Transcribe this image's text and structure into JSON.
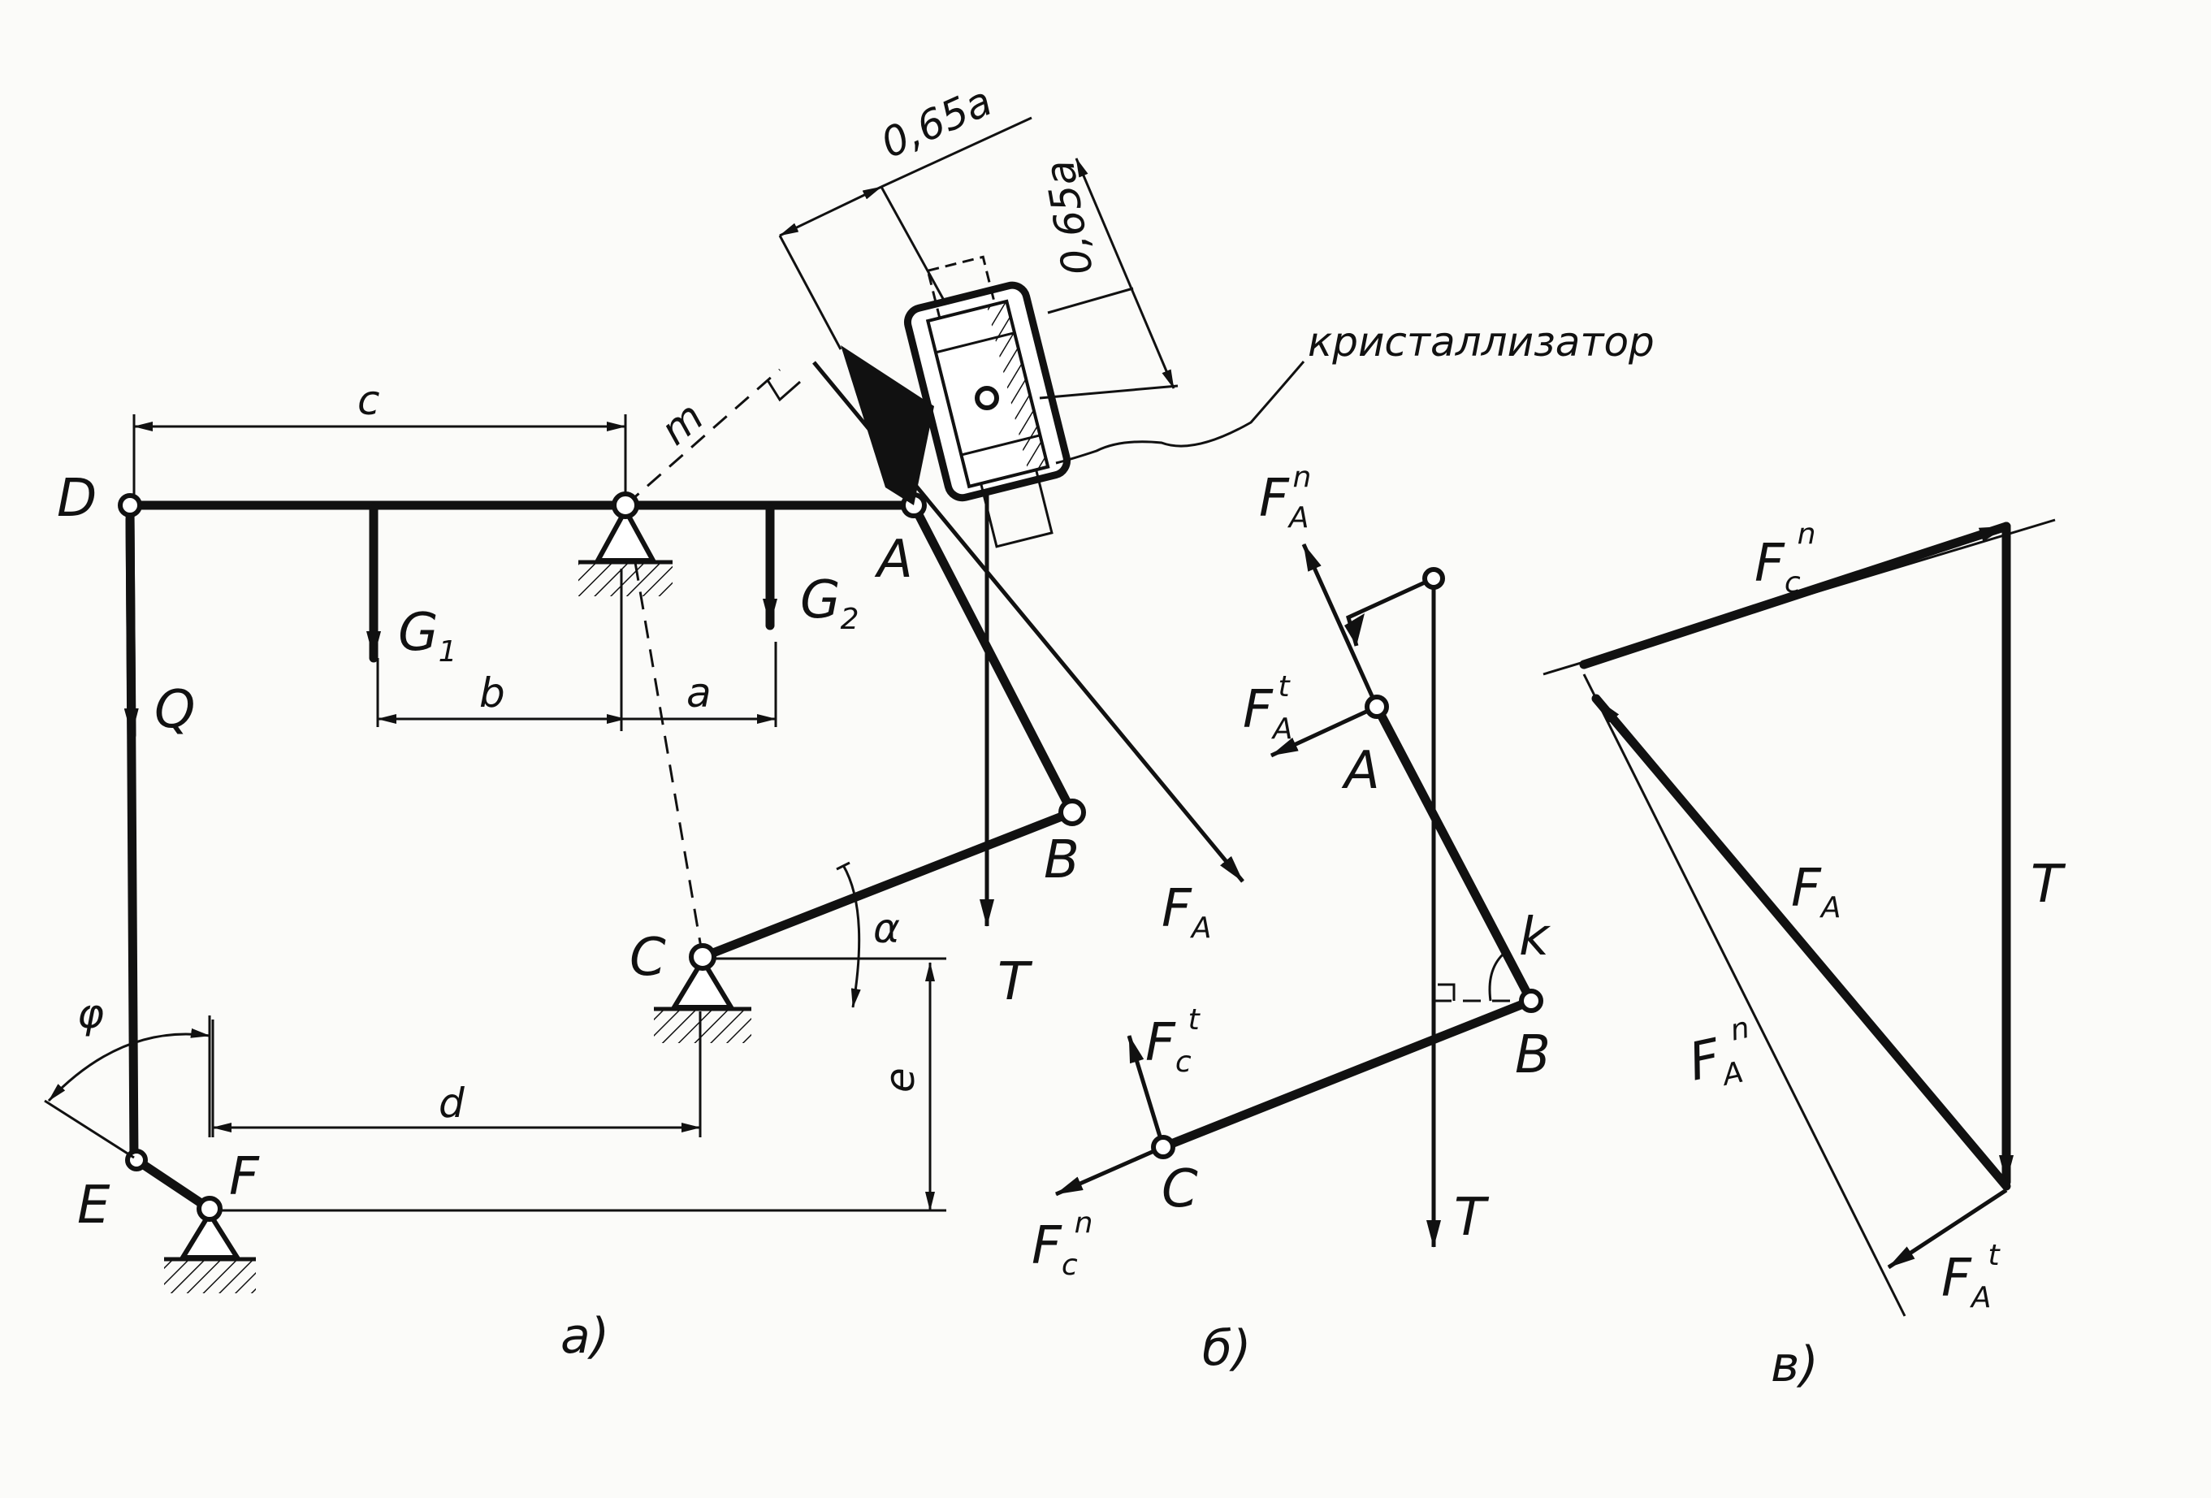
{
  "figure": {
    "panel_a": {
      "caption": "а)",
      "points": {
        "D": "D",
        "A": "A",
        "B": "B",
        "C": "C",
        "E": "E",
        "F": "F"
      },
      "forces": {
        "G1": "G",
        "G1_sub": "1",
        "G2": "G",
        "G2_sub": "2",
        "Q": "Q",
        "T": "T",
        "FA": "F",
        "FA_sub": "A"
      },
      "dimensions": {
        "c": "c",
        "b": "b",
        "a": "a",
        "d": "d",
        "e": "e",
        "m": "m",
        "phi": "φ",
        "alpha": "α",
        "top1": "0,65a",
        "top2": "0,65a"
      },
      "callout": "кристаллизатор"
    },
    "panel_b": {
      "caption": "б)",
      "points": {
        "A": "A",
        "B": "B",
        "C": "C",
        "k": "k"
      },
      "forces": {
        "FAn": "F",
        "FAn_sub": "A",
        "FAn_sup": "n",
        "FAt": "F",
        "FAt_sub": "A",
        "FAt_sup": "t",
        "FCt": "F",
        "FCt_sub": "c",
        "FCt_sup": "t",
        "FCn": "F",
        "FCn_sub": "c",
        "FCn_sup": "n",
        "T": "T"
      }
    },
    "panel_v": {
      "caption": "в)",
      "forces": {
        "FCn": "F",
        "FCn_sub": "c",
        "FCn_sup": "n",
        "T": "T",
        "FA": "F",
        "FA_sub": "A",
        "FAn": "F",
        "FAn_sub": "A",
        "FAn_sup": "n",
        "FAt": "F",
        "FAt_sub": "A",
        "FAt_sup": "t"
      }
    }
  }
}
